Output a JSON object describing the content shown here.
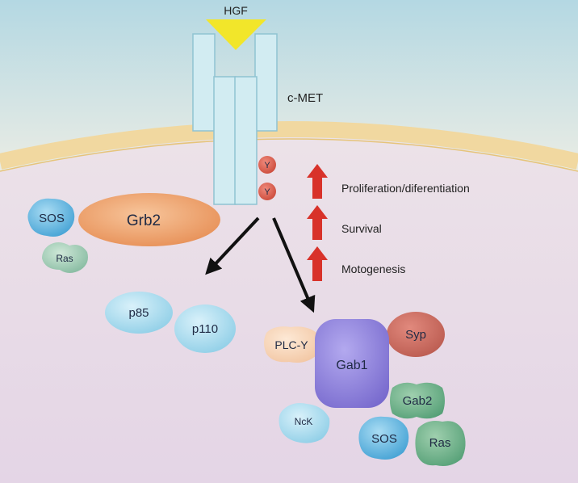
{
  "ligand": {
    "label": "HGF",
    "color": "#f2e62a"
  },
  "receptor": {
    "label": "c-MET",
    "color": "#cde8ee",
    "phospho_label": "Y",
    "phospho_color": "#d65a4a"
  },
  "effects": {
    "arrow_color": "#d8322a",
    "items": [
      "Proliferation/diferentiation",
      "Survival",
      "Motogenesis"
    ]
  },
  "molecules": {
    "grb2": "Grb2",
    "sos_left": "SOS",
    "ras_left": "Ras",
    "p85": "p85",
    "p110": "p110",
    "plc": "PLC-Y",
    "gab1": "Gab1",
    "syp": "Syp",
    "gab2": "Gab2",
    "nck": "NcK",
    "sos_right": "SOS",
    "ras_right": "Ras"
  },
  "colors": {
    "extracellular_top": "#bcdde6",
    "extracellular_bottom": "#e9ece6",
    "membrane": "#f1d9a2",
    "cytoplasm": "#e9dde8"
  }
}
